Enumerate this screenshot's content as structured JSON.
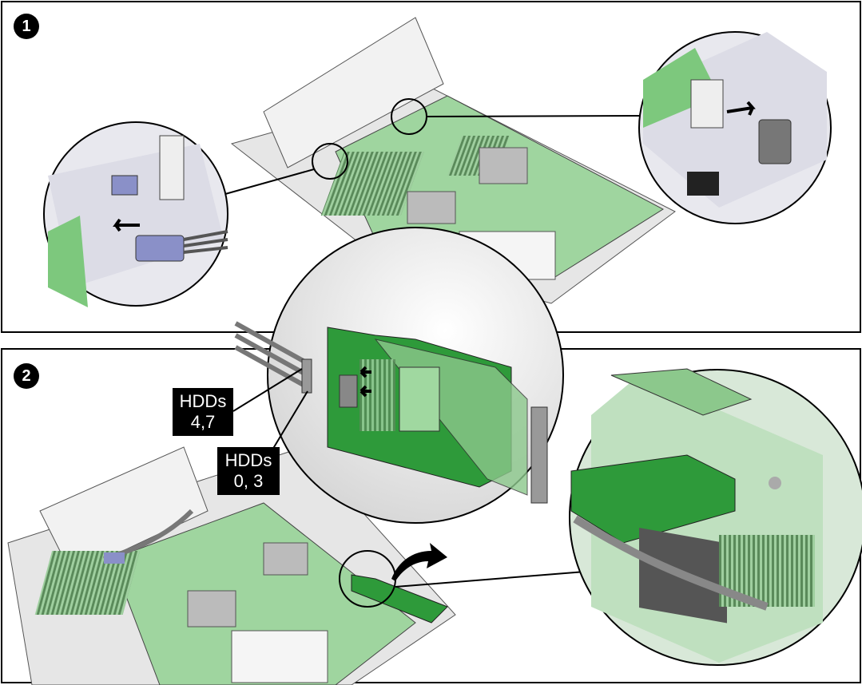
{
  "steps": [
    {
      "number": "1"
    },
    {
      "number": "2"
    }
  ],
  "labels": {
    "hdds_4_7": {
      "line1": "HDDs",
      "line2": "4,7"
    },
    "hdds_0_3": {
      "line1": "HDDs",
      "line2": "0, 3"
    }
  },
  "colors": {
    "board_green": "#8fcf8f",
    "pcb_green": "#2e9a3a",
    "metal": "#d8d8d8",
    "cable": "#7a7a9a",
    "connector_blue": "#8a90c8"
  }
}
